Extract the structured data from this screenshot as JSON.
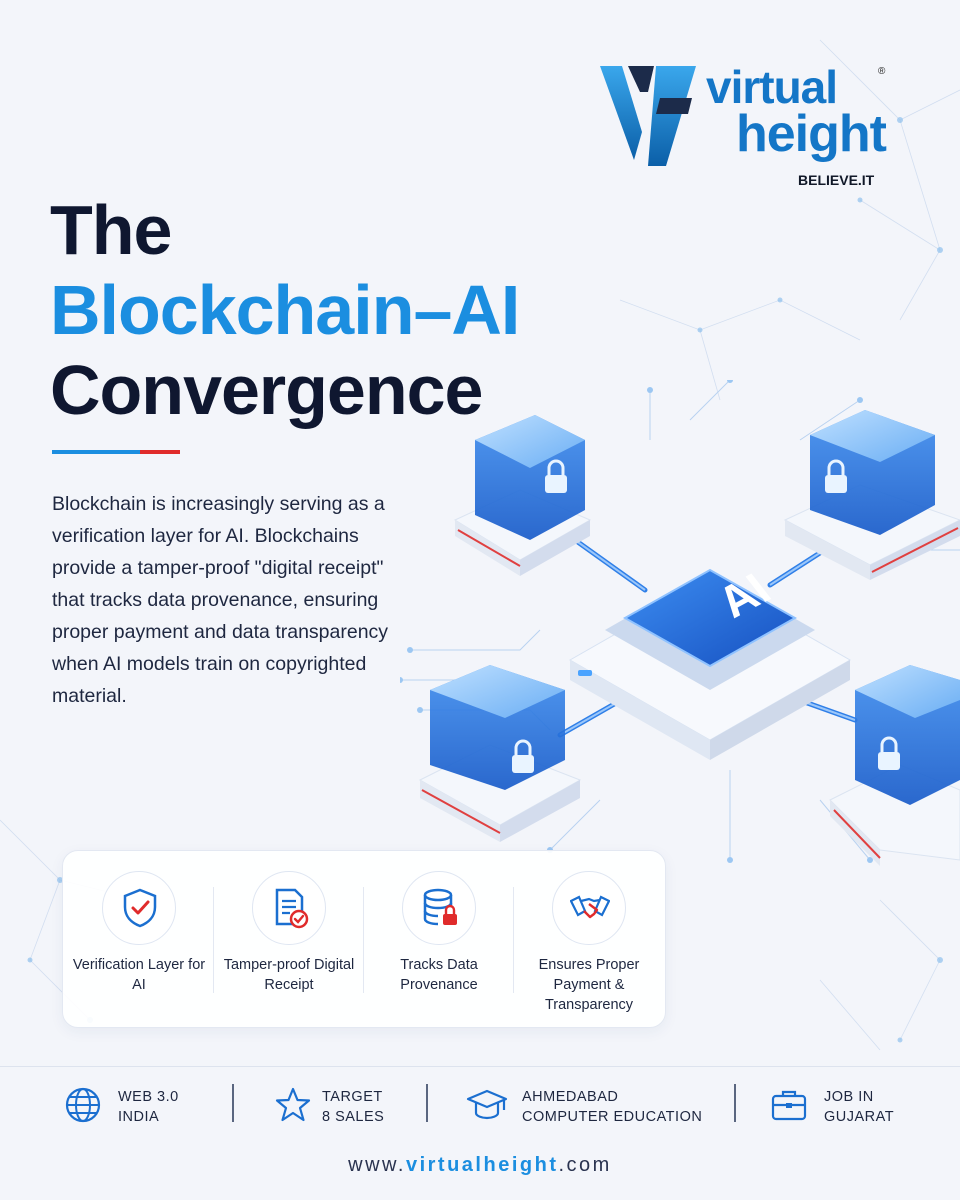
{
  "logo": {
    "word1": "virtual",
    "word2": "height",
    "registered": "®",
    "tagline": "BELIEVE.IT"
  },
  "headline": {
    "line1": "The",
    "line2": "Blockchain–AI",
    "line3": "Convergence"
  },
  "description": "Blockchain is increasingly serving as a verification layer for AI. Blockchains provide a tamper-proof \"digital receipt\" that tracks data provenance, ensuring proper payment and data transparency when AI models train on copyrighted material.",
  "illustration": {
    "chip_label": "AI"
  },
  "features": [
    {
      "label": "Verification Layer for AI",
      "icon": "shield-check-icon"
    },
    {
      "label": "Tamper-proof Digital Receipt",
      "icon": "document-check-icon"
    },
    {
      "label": "Tracks Data Provenance",
      "icon": "database-lock-icon"
    },
    {
      "label": "Ensures Proper Payment & Transparency",
      "icon": "handshake-icon"
    }
  ],
  "bottom_bar": [
    {
      "label": "WEB 3.0\nINDIA",
      "icon": "globe-icon"
    },
    {
      "label": "TARGET\n8 SALES",
      "icon": "star-icon"
    },
    {
      "label": "AHMEDABAD\nCOMPUTER EDUCATION",
      "icon": "graduation-cap-icon"
    },
    {
      "label": "JOB IN\nGUJARAT",
      "icon": "briefcase-icon"
    }
  ],
  "website": {
    "prefix": "www.",
    "brand": "virtualheight",
    "suffix": ".com"
  },
  "colors": {
    "accent_blue": "#1b8ee0",
    "accent_red": "#e02b2b",
    "navy": "#0f1730"
  }
}
